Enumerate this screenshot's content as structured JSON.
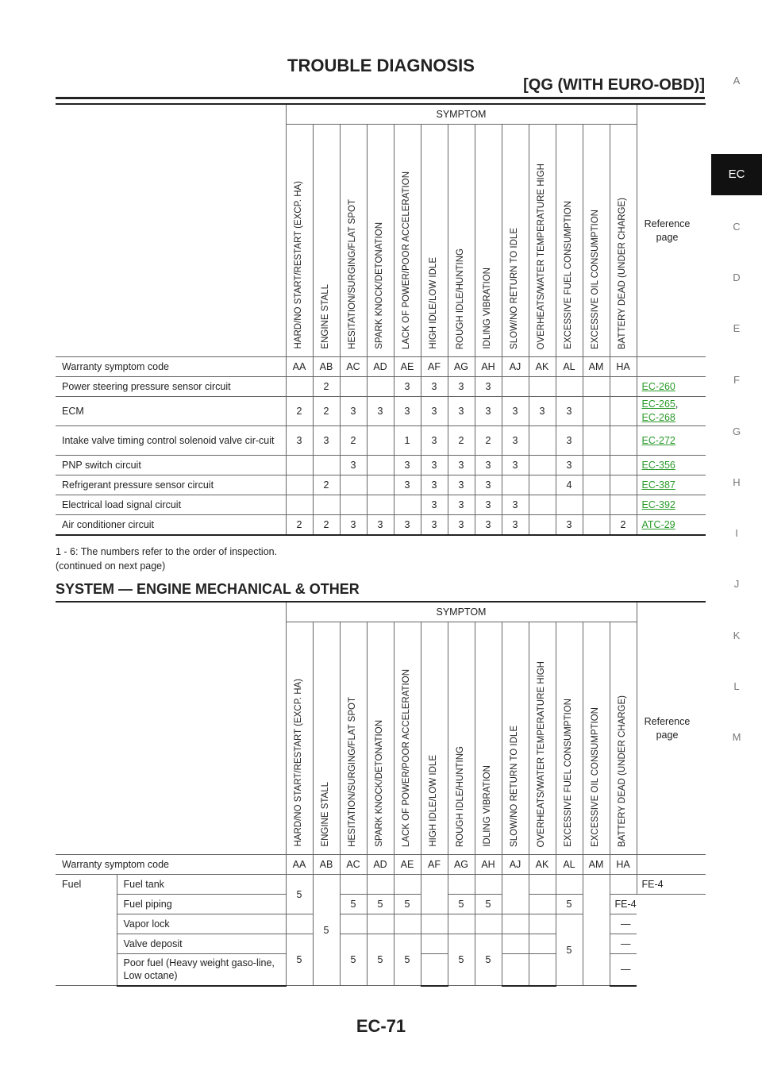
{
  "header": {
    "title": "TROUBLE DIAGNOSIS",
    "subtitle": "[QG (WITH EURO-OBD)]"
  },
  "side_tabs": [
    "A",
    "EC",
    "C",
    "D",
    "E",
    "F",
    "G",
    "H",
    "I",
    "J",
    "K",
    "L",
    "M"
  ],
  "symptom_header": "SYMPTOM",
  "reference_header": "Reference page",
  "symptoms": [
    "HARD/NO START/RESTART (EXCP. HA)",
    "ENGINE STALL",
    "HESITATION/SURGING/FLAT SPOT",
    "SPARK KNOCK/DETONATION",
    "LACK OF POWER/POOR ACCELERATION",
    "HIGH IDLE/LOW IDLE",
    "ROUGH IDLE/HUNTING",
    "IDLING VIBRATION",
    "SLOW/NO RETURN TO IDLE",
    "OVERHEATS/WATER TEMPERATURE HIGH",
    "EXCESSIVE FUEL CONSUMPTION",
    "EXCESSIVE OIL CONSUMPTION",
    "BATTERY DEAD (UNDER CHARGE)"
  ],
  "warranty_label": "Warranty symptom code",
  "codes": [
    "AA",
    "AB",
    "AC",
    "AD",
    "AE",
    "AF",
    "AG",
    "AH",
    "AJ",
    "AK",
    "AL",
    "AM",
    "HA"
  ],
  "table1_rows": [
    {
      "label": "Power steering pressure sensor circuit",
      "cells": [
        "",
        "2",
        "",
        "",
        "3",
        "3",
        "3",
        "3",
        "",
        "",
        "",
        "",
        ""
      ],
      "refs": [
        "EC-260"
      ]
    },
    {
      "label": "ECM",
      "cells": [
        "2",
        "2",
        "3",
        "3",
        "3",
        "3",
        "3",
        "3",
        "3",
        "3",
        "3",
        "",
        ""
      ],
      "refs": [
        "EC-265",
        "EC-268"
      ]
    },
    {
      "label": "Intake valve timing control solenoid valve cir-cuit",
      "cells": [
        "3",
        "3",
        "2",
        "",
        "1",
        "3",
        "2",
        "2",
        "3",
        "",
        "3",
        "",
        ""
      ],
      "refs": [
        "EC-272"
      ]
    },
    {
      "label": "PNP switch circuit",
      "cells": [
        "",
        "",
        "3",
        "",
        "3",
        "3",
        "3",
        "3",
        "3",
        "",
        "3",
        "",
        ""
      ],
      "refs": [
        "EC-356"
      ]
    },
    {
      "label": "Refrigerant pressure sensor circuit",
      "cells": [
        "",
        "2",
        "",
        "",
        "3",
        "3",
        "3",
        "3",
        "",
        "",
        "4",
        "",
        ""
      ],
      "refs": [
        "EC-387"
      ]
    },
    {
      "label": "Electrical load signal circuit",
      "cells": [
        "",
        "",
        "",
        "",
        "",
        "3",
        "3",
        "3",
        "3",
        "",
        "",
        "",
        ""
      ],
      "refs": [
        "EC-392"
      ]
    },
    {
      "label": "Air conditioner circuit",
      "cells": [
        "2",
        "2",
        "3",
        "3",
        "3",
        "3",
        "3",
        "3",
        "3",
        "",
        "3",
        "",
        "2"
      ],
      "refs": [
        "ATC-29"
      ]
    }
  ],
  "notes": {
    "order": "1 - 6: The numbers refer to the order of inspection.",
    "continued": "(continued on next page)"
  },
  "section_title": "SYSTEM — ENGINE MECHANICAL & OTHER",
  "table2": {
    "group": "Fuel",
    "rows": [
      {
        "label": "Fuel tank",
        "ref": "FE-4"
      },
      {
        "label": "Fuel piping",
        "ref": "FE-4"
      },
      {
        "label": "Vapor lock",
        "ref": "—"
      },
      {
        "label": "Valve deposit",
        "ref": "—"
      },
      {
        "label": "Poor fuel (Heavy weight gaso-line, Low octane)",
        "ref": "—"
      }
    ],
    "values": {
      "aa_tank": "5",
      "ab_merged": "5",
      "piping": [
        "5",
        "5",
        "5",
        "5",
        "5",
        "5"
      ],
      "lower": [
        "5",
        "5",
        "5",
        "5",
        "5",
        "5",
        "5"
      ]
    }
  },
  "page_number": "EC-71"
}
